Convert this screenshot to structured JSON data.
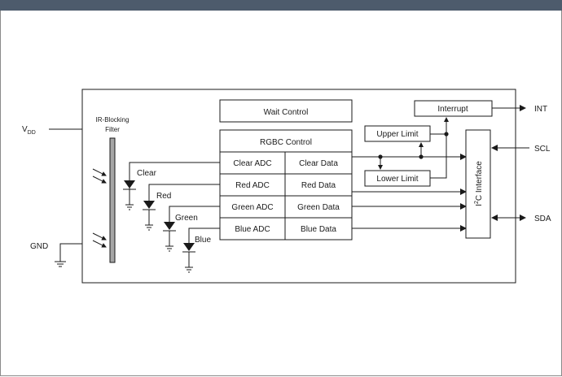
{
  "colors": {
    "header_bar": "#4d5b6c",
    "filter_bar": "#a6a6a6",
    "line": "#1a1a1a"
  },
  "diagram": {
    "pins": {
      "vdd_main": "V",
      "vdd_sub": "DD",
      "gnd": "GND",
      "int": "INT",
      "scl": "SCL",
      "sda": "SDA"
    },
    "filter_label_line1": "IR-Blocking",
    "filter_label_line2": "Filter",
    "photodiodes": {
      "clear": "Clear",
      "red": "Red",
      "green": "Green",
      "blue": "Blue"
    },
    "wait_control": "Wait Control",
    "rgbc_control": "RGBC Control",
    "adc": [
      "Clear ADC",
      "Red ADC",
      "Green ADC",
      "Blue ADC"
    ],
    "data": [
      "Clear Data",
      "Red Data",
      "Green Data",
      "Blue Data"
    ],
    "upper_limit": "Upper Limit",
    "lower_limit": "Lower Limit",
    "interrupt": "Interrupt",
    "i2c": {
      "superscript": "2",
      "prefix": "I",
      "suffix": "C Interface"
    }
  }
}
